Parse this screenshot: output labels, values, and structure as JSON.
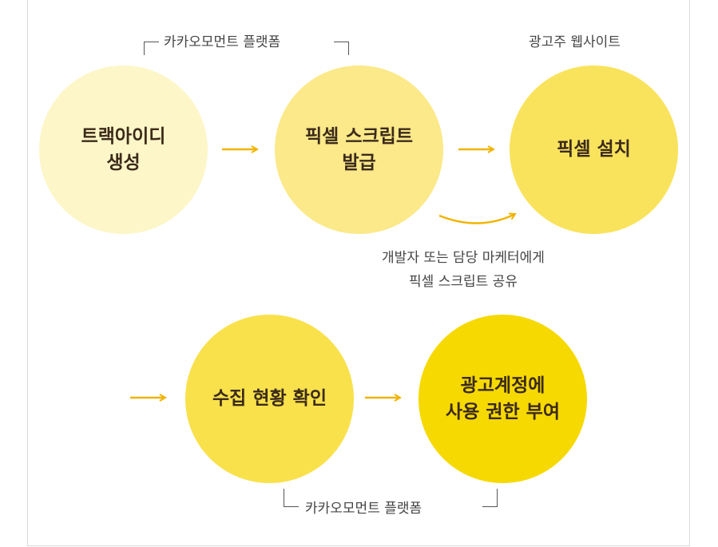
{
  "platform_label_top": "카카오모먼트 플랫폼",
  "advertiser_label": "광고주 웹사이트",
  "platform_label_bottom": "카카오모먼트 플랫폼",
  "steps": [
    {
      "line1": "트랙아이디",
      "line2": "생성"
    },
    {
      "line1": "픽셀 스크립트",
      "line2": "발급"
    },
    {
      "line1": "픽셀 설치",
      "line2": ""
    },
    {
      "line1": "수집 현황 확인",
      "line2": ""
    },
    {
      "line1": "광고계정에",
      "line2": "사용 권한 부여"
    }
  ],
  "note": {
    "line1": "개발자 또는 담당 마케터에게",
    "line2": "픽셀 스크립트 공유"
  },
  "colors": {
    "arrow": "#f0b400",
    "step1": "#fdf6c8",
    "step2": "#fbe98a",
    "step3": "#f9e35c",
    "step4": "#f8e14b",
    "step5": "#f6d900",
    "text": "#3b2a1a"
  }
}
